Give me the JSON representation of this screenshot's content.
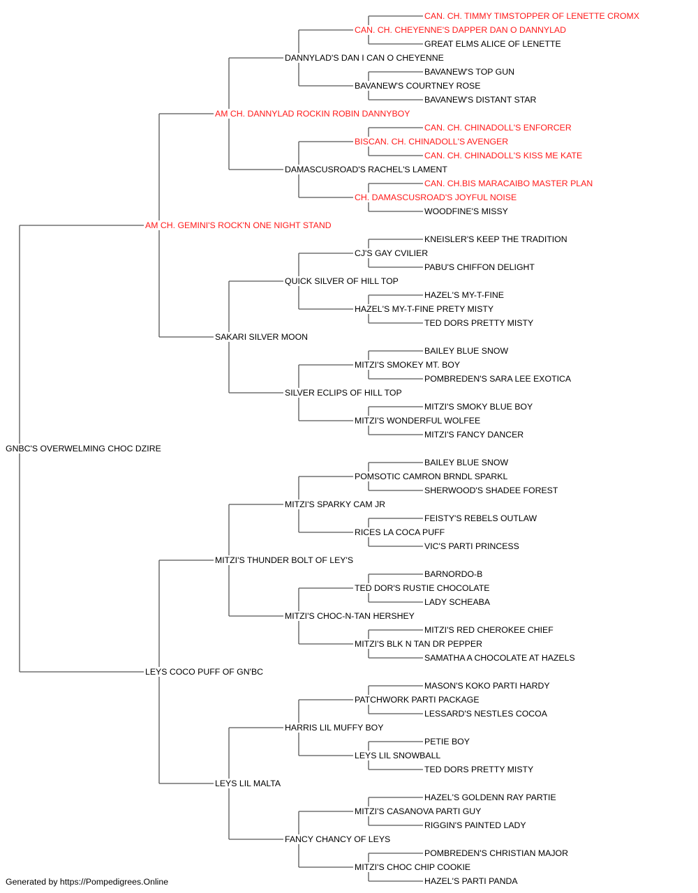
{
  "colors": {
    "champion_text": "#ff1a1a",
    "normal_text": "#000000",
    "connector_line": "#555555",
    "background": "#ffffff"
  },
  "pedigree": {
    "name": "GNBC'S OVERWELMING CHOC DZIRE",
    "champion": false,
    "sire": {
      "name": "AM CH. GEMINI'S ROCK'N ONE NIGHT STAND",
      "champion": true,
      "sire": {
        "name": "AM CH. DANNYLAD ROCKIN ROBIN DANNYBOY",
        "champion": true,
        "sire": {
          "name": "DANNYLAD'S DAN I CAN O CHEYENNE",
          "champion": false,
          "sire": {
            "name": "CAN. CH. CHEYENNE'S DAPPER DAN O DANNYLAD",
            "champion": true,
            "sire": {
              "name": "CAN. CH. TIMMY TIMSTOPPER OF LENETTE CROMX",
              "champion": true
            },
            "dam": {
              "name": "GREAT ELMS ALICE OF LENETTE",
              "champion": false
            }
          },
          "dam": {
            "name": "BAVANEW'S COURTNEY ROSE",
            "champion": false,
            "sire": {
              "name": "BAVANEW'S TOP GUN",
              "champion": false
            },
            "dam": {
              "name": "BAVANEW'S DISTANT STAR",
              "champion": false
            }
          }
        },
        "dam": {
          "name": "DAMASCUSROAD'S RACHEL'S LAMENT",
          "champion": false,
          "sire": {
            "name": "BISCAN. CH. CHINADOLL'S AVENGER",
            "champion": true,
            "sire": {
              "name": "CAN. CH. CHINADOLL'S ENFORCER",
              "champion": true
            },
            "dam": {
              "name": "CAN. CH. CHINADOLL'S KISS ME KATE",
              "champion": true
            }
          },
          "dam": {
            "name": "CH. DAMASCUSROAD'S JOYFUL NOISE",
            "champion": true,
            "sire": {
              "name": "CAN. CH.BIS MARACAIBO MASTER PLAN",
              "champion": true
            },
            "dam": {
              "name": "WOODFINE'S MISSY",
              "champion": false
            }
          }
        }
      },
      "dam": {
        "name": "SAKARI SILVER MOON",
        "champion": false,
        "sire": {
          "name": "QUICK SILVER OF HILL TOP",
          "champion": false,
          "sire": {
            "name": "CJ'S GAY CVILIER",
            "champion": false,
            "sire": {
              "name": "KNEISLER'S KEEP THE TRADITION",
              "champion": false
            },
            "dam": {
              "name": "PABU'S CHIFFON DELIGHT",
              "champion": false
            }
          },
          "dam": {
            "name": "HAZEL'S MY-T-FINE PRETY MISTY",
            "champion": false,
            "sire": {
              "name": "HAZEL'S MY-T-FINE",
              "champion": false
            },
            "dam": {
              "name": "TED DORS PRETTY MISTY",
              "champion": false
            }
          }
        },
        "dam": {
          "name": "SILVER ECLIPS OF HILL TOP",
          "champion": false,
          "sire": {
            "name": "MITZI'S SMOKEY MT. BOY",
            "champion": false,
            "sire": {
              "name": "BAILEY BLUE SNOW",
              "champion": false
            },
            "dam": {
              "name": "POMBREDEN'S SARA LEE EXOTICA",
              "champion": false
            }
          },
          "dam": {
            "name": "MITZI'S WONDERFUL WOLFEE",
            "champion": false,
            "sire": {
              "name": "MITZI'S SMOKY BLUE BOY",
              "champion": false
            },
            "dam": {
              "name": "MITZI'S FANCY DANCER",
              "champion": false
            }
          }
        }
      }
    },
    "dam": {
      "name": "LEYS COCO PUFF OF GN'BC",
      "champion": false,
      "sire": {
        "name": "MITZI'S THUNDER BOLT OF LEY'S",
        "champion": false,
        "sire": {
          "name": "MITZI'S SPARKY CAM JR",
          "champion": false,
          "sire": {
            "name": "POMSOTIC CAMRON BRNDL SPARKL",
            "champion": false,
            "sire": {
              "name": "BAILEY BLUE SNOW",
              "champion": false
            },
            "dam": {
              "name": "SHERWOOD'S SHADEE FOREST",
              "champion": false
            }
          },
          "dam": {
            "name": "RICES LA COCA PUFF",
            "champion": false,
            "sire": {
              "name": "FEISTY'S REBELS OUTLAW",
              "champion": false
            },
            "dam": {
              "name": "VIC'S PARTI PRINCESS",
              "champion": false
            }
          }
        },
        "dam": {
          "name": "MITZI'S CHOC-N-TAN HERSHEY",
          "champion": false,
          "sire": {
            "name": "TED DOR'S RUSTIE CHOCOLATE",
            "champion": false,
            "sire": {
              "name": "BARNORDO-B",
              "champion": false
            },
            "dam": {
              "name": "LADY SCHEABA",
              "champion": false
            }
          },
          "dam": {
            "name": "MITZI'S BLK N TAN DR PEPPER",
            "champion": false,
            "sire": {
              "name": "MITZI'S RED CHEROKEE CHIEF",
              "champion": false
            },
            "dam": {
              "name": "SAMATHA A CHOCOLATE AT HAZELS",
              "champion": false
            }
          }
        }
      },
      "dam": {
        "name": "LEYS LIL MALTA",
        "champion": false,
        "sire": {
          "name": "HARRIS LIL MUFFY BOY",
          "champion": false,
          "sire": {
            "name": "PATCHWORK PARTI PACKAGE",
            "champion": false,
            "sire": {
              "name": "MASON'S KOKO PARTI HARDY",
              "champion": false
            },
            "dam": {
              "name": "LESSARD'S NESTLES COCOA",
              "champion": false
            }
          },
          "dam": {
            "name": "LEYS LIL SNOWBALL",
            "champion": false,
            "sire": {
              "name": "PETIE BOY",
              "champion": false
            },
            "dam": {
              "name": "TED DORS PRETTY MISTY",
              "champion": false
            }
          }
        },
        "dam": {
          "name": "FANCY CHANCY OF LEYS",
          "champion": false,
          "sire": {
            "name": "MITZI'S CASANOVA PARTI GUY",
            "champion": false,
            "sire": {
              "name": "HAZEL'S GOLDENN RAY PARTIE",
              "champion": false
            },
            "dam": {
              "name": "RIGGIN'S PAINTED LADY",
              "champion": false
            }
          },
          "dam": {
            "name": "MITZI'S CHOC CHIP COOKIE",
            "champion": false,
            "sire": {
              "name": "POMBREDEN'S CHRISTIAN MAJOR",
              "champion": false
            },
            "dam": {
              "name": "HAZEL'S PARTI PANDA",
              "champion": false
            }
          }
        }
      }
    }
  },
  "footer": {
    "text": "Generated by https://Pompedigrees.Online"
  }
}
